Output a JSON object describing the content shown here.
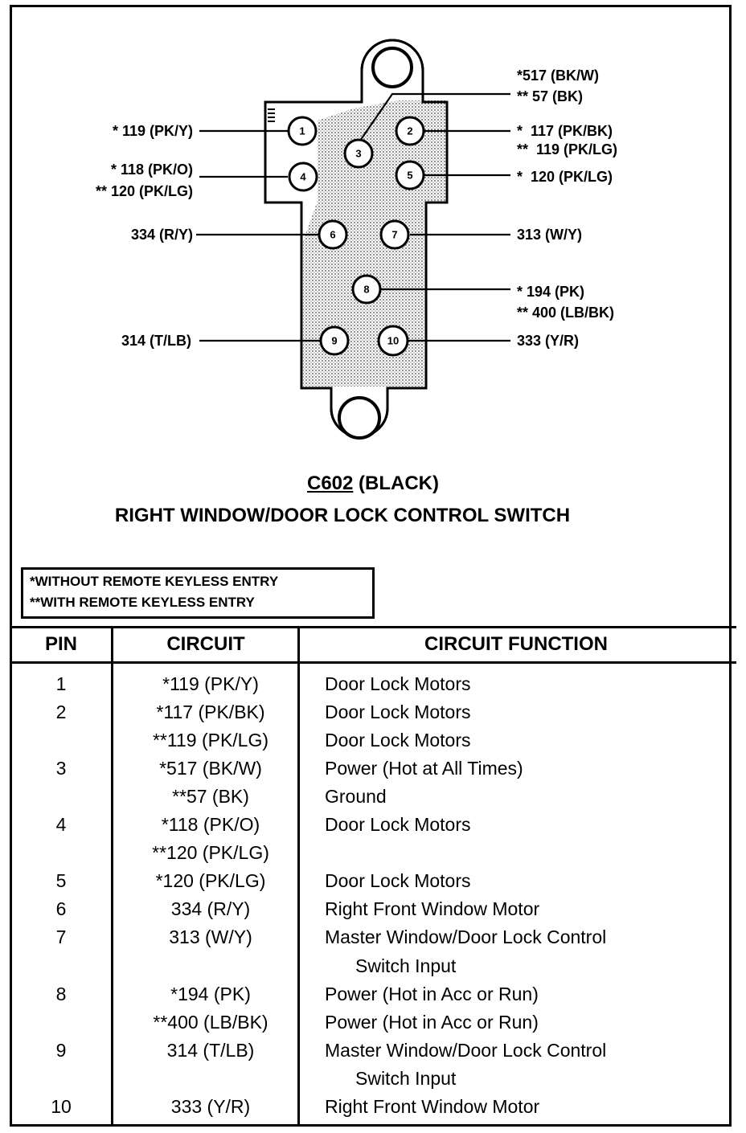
{
  "diagram": {
    "left_labels": [
      {
        "pin": "1",
        "lines": [
          "* 119 (PK/Y)"
        ]
      },
      {
        "pin": "4",
        "lines": [
          "* 118 (PK/O)",
          "** 120 (PK/LG)"
        ]
      },
      {
        "pin": "6",
        "lines": [
          "334 (R/Y)"
        ]
      },
      {
        "pin": "9",
        "lines": [
          "314 (T/LB)"
        ]
      }
    ],
    "right_labels": [
      {
        "pin": "3",
        "lines": [
          "*517 (BK/W)",
          "** 57 (BK)"
        ]
      },
      {
        "pin": "2",
        "lines": [
          "*  117 (PK/BK)",
          "**  119 (PK/LG)"
        ]
      },
      {
        "pin": "5",
        "lines": [
          "*  120 (PK/LG)"
        ]
      },
      {
        "pin": "7",
        "lines": [
          "313 (W/Y)"
        ]
      },
      {
        "pin": "8",
        "lines": [
          "* 194 (PK)",
          "** 400 (LB/BK)"
        ]
      },
      {
        "pin": "10",
        "lines": [
          "333 (Y/R)"
        ]
      }
    ],
    "pins": [
      "1",
      "2",
      "3",
      "4",
      "5",
      "6",
      "7",
      "8",
      "9",
      "10"
    ],
    "connector_id": "C602",
    "connector_color": "(BLACK)",
    "component_name": "RIGHT WINDOW/DOOR LOCK CONTROL SWITCH"
  },
  "legend": {
    "line1": "*WITHOUT REMOTE KEYLESS ENTRY",
    "line2": "**WITH REMOTE KEYLESS ENTRY"
  },
  "table": {
    "headers": {
      "pin": "PIN",
      "circuit": "CIRCUIT",
      "function": "CIRCUIT FUNCTION"
    },
    "rows": [
      {
        "pin": "1",
        "circuit": "*119 (PK/Y)",
        "function": "Door Lock Motors"
      },
      {
        "pin": "2",
        "circuit": "*117 (PK/BK)",
        "function": "Door Lock Motors"
      },
      {
        "pin": "",
        "circuit": "**119 (PK/LG)",
        "function": "Door Lock Motors"
      },
      {
        "pin": "3",
        "circuit": "*517 (BK/W)",
        "function": "Power (Hot at All Times)"
      },
      {
        "pin": "",
        "circuit": "**57 (BK)",
        "function": "Ground"
      },
      {
        "pin": "4",
        "circuit": "*118 (PK/O)",
        "function": "Door Lock Motors"
      },
      {
        "pin": "",
        "circuit": "**120 (PK/LG)",
        "function": ""
      },
      {
        "pin": "5",
        "circuit": "*120 (PK/LG)",
        "function": "Door Lock Motors"
      },
      {
        "pin": "6",
        "circuit": "334 (R/Y)",
        "function": "Right Front Window Motor"
      },
      {
        "pin": "7",
        "circuit": "313 (W/Y)",
        "function": "Master Window/Door Lock Control"
      },
      {
        "pin": "",
        "circuit": "",
        "function": "Switch Input",
        "indent": true
      },
      {
        "pin": "8",
        "circuit": "*194 (PK)",
        "function": "Power (Hot in Acc or Run)"
      },
      {
        "pin": "",
        "circuit": "**400 (LB/BK)",
        "function": "Power (Hot in Acc or Run)"
      },
      {
        "pin": "9",
        "circuit": "314 (T/LB)",
        "function": "Master Window/Door Lock Control"
      },
      {
        "pin": "",
        "circuit": "",
        "function": "Switch Input",
        "indent": true
      },
      {
        "pin": "10",
        "circuit": "333 (Y/R)",
        "function": "Right Front Window Motor"
      }
    ]
  }
}
